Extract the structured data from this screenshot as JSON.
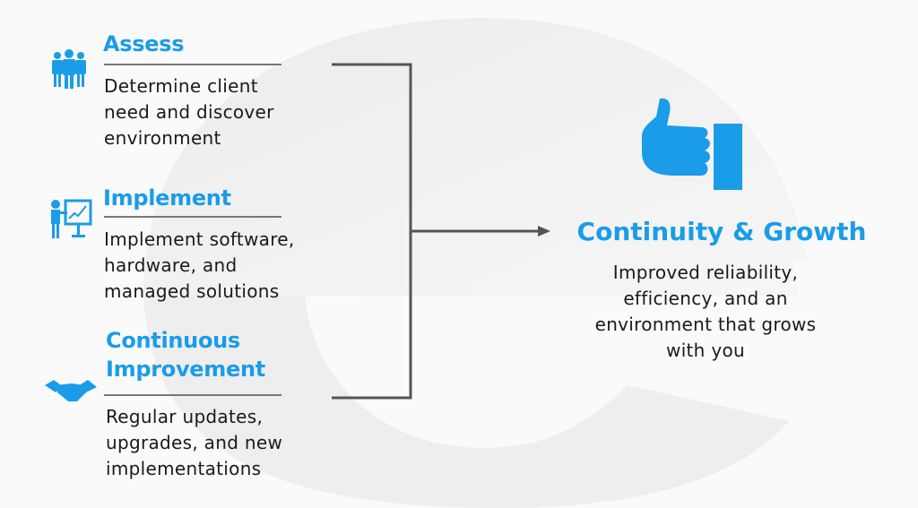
{
  "steps": [
    {
      "title": "Assess",
      "lines": [
        "Determine client",
        "need and discover",
        "environment"
      ],
      "icon": "team-icon"
    },
    {
      "title": "Implement",
      "lines": [
        "Implement software,",
        "hardware, and",
        "managed solutions"
      ],
      "icon": "presentation-icon"
    },
    {
      "title_lines": [
        "Continuous",
        "Improvement"
      ],
      "lines": [
        "Regular updates,",
        "upgrades, and new",
        "implementations"
      ],
      "icon": "handshake-icon"
    }
  ],
  "outcome": {
    "title": "Continuity & Growth",
    "lines": [
      "Improved reliability,",
      "efficiency, and an",
      "environment that grows",
      "with you"
    ],
    "icon": "thumbs-up-icon"
  },
  "colors": {
    "accent": "#1a9ce8",
    "connector": "#555555"
  }
}
